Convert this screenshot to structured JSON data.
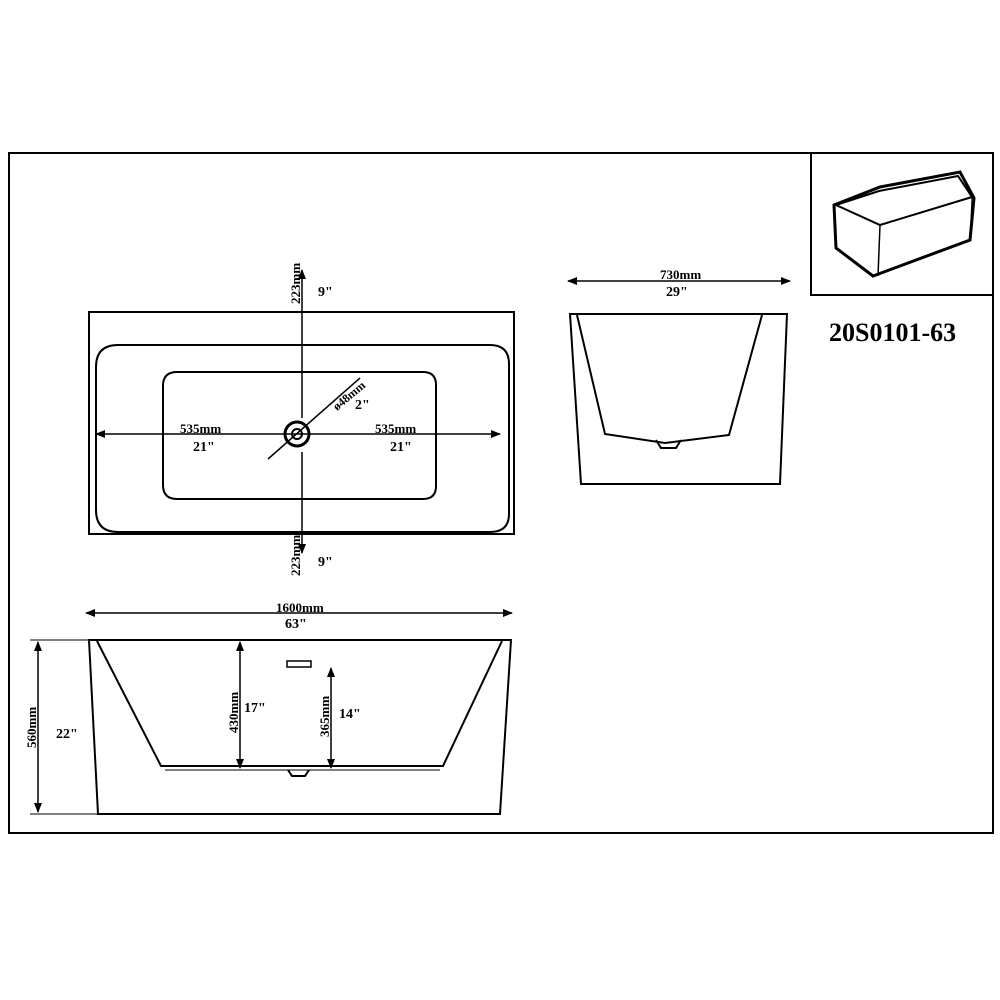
{
  "model_number": "20S0101-63",
  "top_view": {
    "depth_up_mm": "223mm",
    "depth_up_in": "9\"",
    "depth_down_mm": "223mm",
    "depth_down_in": "9\"",
    "left_mm": "535mm",
    "left_in": "21\"",
    "right_mm": "535mm",
    "right_in": "21\"",
    "drain_mm": "ø48mm",
    "drain_in": "2\""
  },
  "end_view": {
    "width_mm": "730mm",
    "width_in": "29\""
  },
  "front_view": {
    "length_mm": "1600mm",
    "length_in": "63\"",
    "height_mm": "560mm",
    "height_in": "22\"",
    "inner_depth_mm": "430mm",
    "inner_depth_in": "17\"",
    "overflow_mm": "365mm",
    "overflow_in": "14\""
  },
  "colors": {
    "line": "#000000",
    "background": "#ffffff"
  }
}
